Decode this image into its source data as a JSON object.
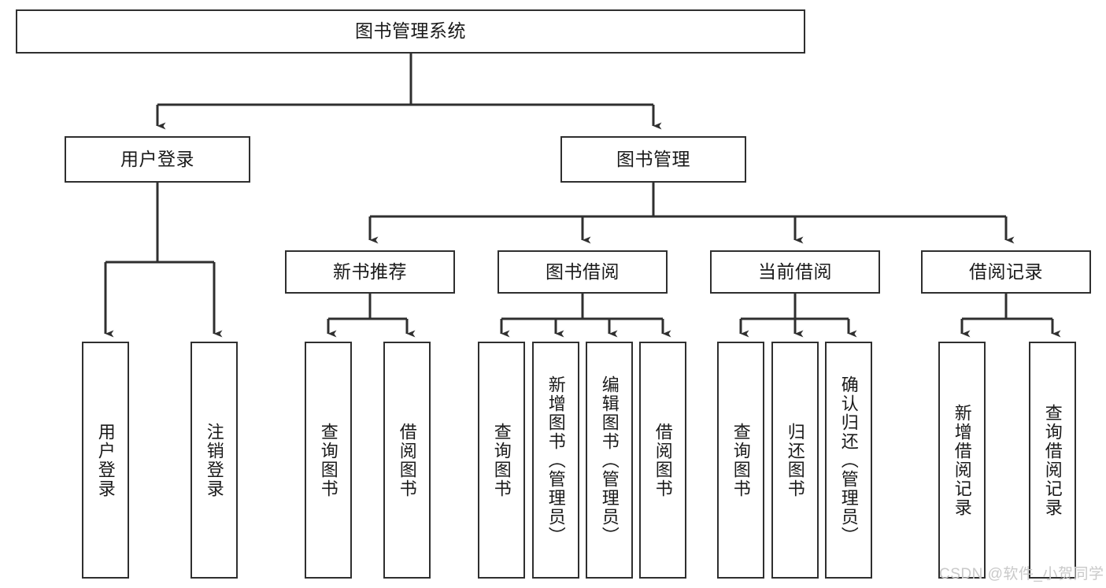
{
  "diagram": {
    "title_node": {
      "label": "图书管理系统"
    },
    "level2": [
      {
        "id": "user-login",
        "label": "用户登录"
      },
      {
        "id": "book-manage",
        "label": "图书管理"
      }
    ],
    "level3": [
      {
        "id": "new-book-recommend",
        "label": "新书推荐"
      },
      {
        "id": "book-borrow",
        "label": "图书借阅"
      },
      {
        "id": "current-borrow",
        "label": "当前借阅"
      },
      {
        "id": "borrow-record",
        "label": "借阅记录"
      }
    ],
    "leaves": {
      "user_login": [
        {
          "id": "leaf-user-login",
          "label": "用户登录"
        },
        {
          "id": "leaf-logout-login",
          "label": "注销登录"
        }
      ],
      "new_book_recommend": [
        {
          "id": "leaf-query-book-1",
          "label": "查询图书"
        },
        {
          "id": "leaf-borrow-book-1",
          "label": "借阅图书"
        }
      ],
      "book_borrow": [
        {
          "id": "leaf-query-book-2",
          "label": "查询图书"
        },
        {
          "id": "leaf-add-book",
          "label": "新增图书（管理员）"
        },
        {
          "id": "leaf-edit-book",
          "label": "编辑图书（管理员）"
        },
        {
          "id": "leaf-borrow-book-2",
          "label": "借阅图书"
        }
      ],
      "current_borrow": [
        {
          "id": "leaf-query-book-3",
          "label": "查询图书"
        },
        {
          "id": "leaf-return-book",
          "label": "归还图书"
        },
        {
          "id": "leaf-confirm-return",
          "label": "确认归还（管理员）"
        }
      ],
      "borrow_record": [
        {
          "id": "leaf-add-record",
          "label": "新增借阅记录"
        },
        {
          "id": "leaf-query-record",
          "label": "查询借阅记录"
        }
      ]
    },
    "watermark": "CSDN @软件_小贺同学",
    "colors": {
      "stroke": "#2f2f2f",
      "fill": "#ffffff",
      "text": "#1a1a1a",
      "watermark": "#c9c9c9"
    }
  }
}
